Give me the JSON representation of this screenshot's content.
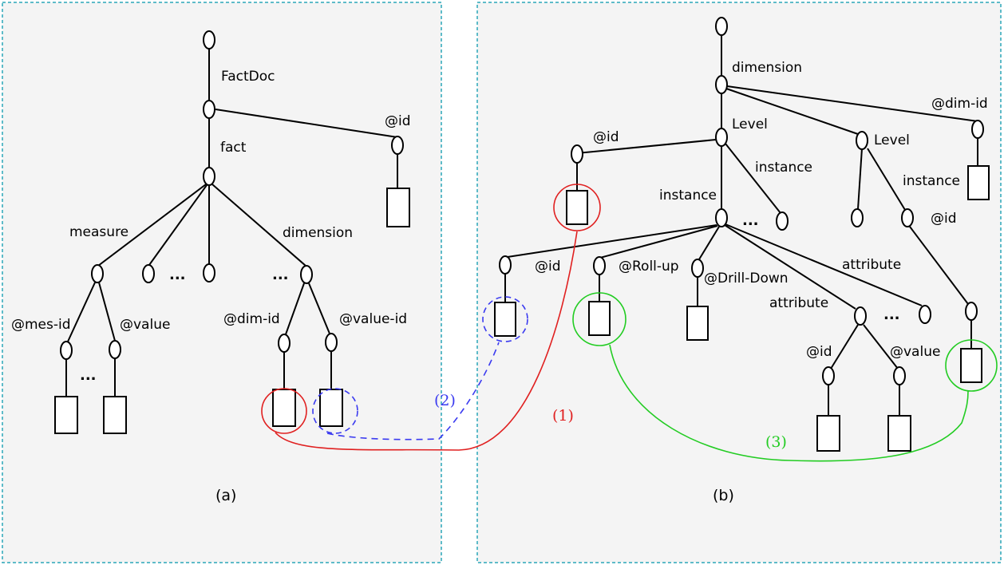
{
  "panel_a": {
    "caption": "(a)",
    "labels": {
      "factdoc": "FactDoc",
      "fact": "fact",
      "id": "@id",
      "measure": "measure",
      "dimension": "dimension",
      "mes_id": "@mes-id",
      "value": "@value",
      "dim_id": "@dim-id",
      "value_id": "@value-id"
    },
    "ellipsis": "..."
  },
  "panel_b": {
    "caption": "(b)",
    "labels": {
      "dimension": "dimension",
      "dim_id": "@dim-id",
      "level1": "Level",
      "level2": "Level",
      "id_level": "@id",
      "instance1": "instance",
      "instance2": "instance",
      "instance3": "instance",
      "id_level2": "@id",
      "id_instance": "@id",
      "rollup": "@Roll-up",
      "drilldown": "@Drill-Down",
      "attribute1": "attribute",
      "attribute2": "attribute",
      "attr_id": "@id",
      "attr_value": "@value"
    },
    "ellipsis": "..."
  },
  "links": [
    {
      "label": "(1)",
      "color": "#e02020",
      "style": "solid"
    },
    {
      "label": "(2)",
      "color": "#3a3af0",
      "style": "dashed"
    },
    {
      "label": "(3)",
      "color": "#22cc22",
      "style": "solid"
    }
  ]
}
